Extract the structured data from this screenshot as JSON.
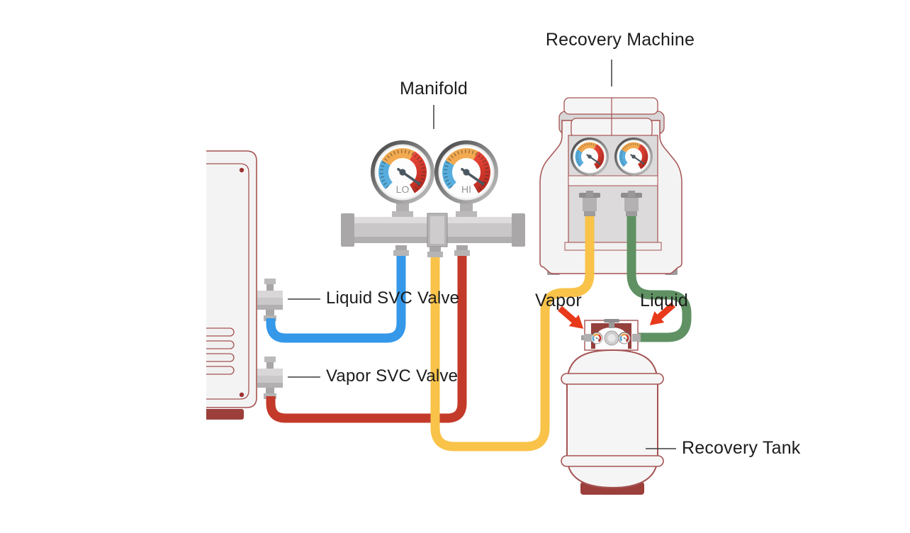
{
  "diagram": {
    "labels": {
      "manifold": "Manifold",
      "recovery_machine": "Recovery Machine",
      "liquid_svc_valve": "Liquid SVC Valve",
      "vapor_svc_valve": "Vapor SVC Valve",
      "vapor": "Vapor",
      "liquid": "Liquid",
      "recovery_tank": "Recovery Tank"
    },
    "gauges": {
      "manifold_low": "LO",
      "manifold_high": "HI"
    },
    "colors": {
      "outline_maroon": "#a55353",
      "dark_red_fill": "#9c3f3b",
      "tank_panel_red": "#96403c",
      "hose_blue": "#3598e9",
      "hose_red": "#c33a2a",
      "hose_yellow": "#f9c349",
      "hose_green": "#5f9163",
      "arrow_red": "#e8391b",
      "gauge_blue": "#57aede",
      "gauge_orange": "#f2a94f",
      "gauge_red": "#d63a2e",
      "body_fill": "#f4f3f3",
      "panel_gray": "#dcdada",
      "metal_gray": "#c9c7c7",
      "text": "#1c1c1c"
    }
  }
}
